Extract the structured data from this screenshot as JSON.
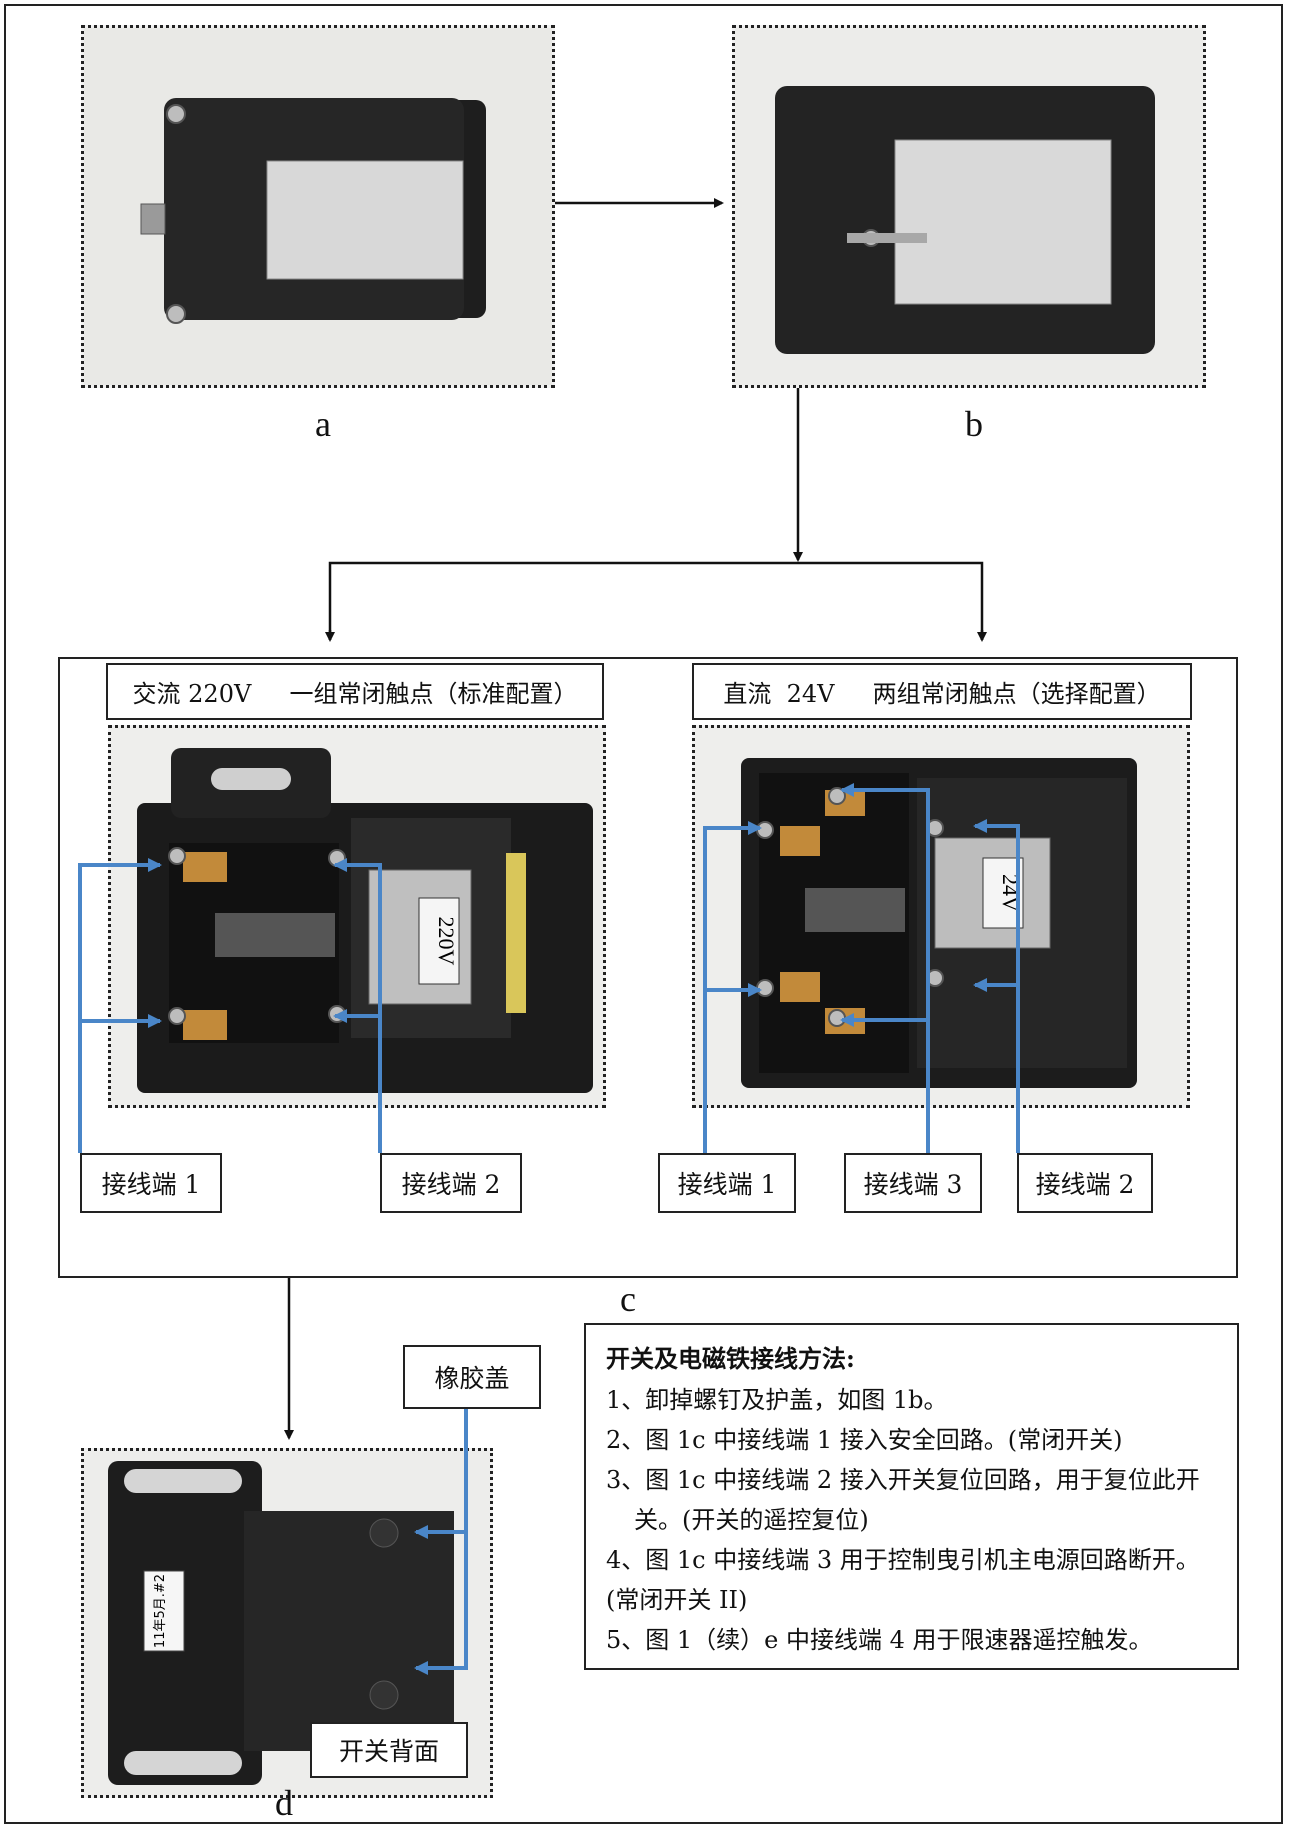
{
  "captions": {
    "a": "a",
    "b": "b",
    "c": "c",
    "d": "d"
  },
  "panel_c": {
    "left_header": "交流 220V     一组常闭触点（标准配置）",
    "right_header": "直流  24V     两组常闭触点（选择配置）",
    "left_coil_label": "220V",
    "right_coil_label": "24V",
    "terminals": {
      "left_1": "接线端 1",
      "left_2": "接线端 2",
      "right_1": "接线端 1",
      "right_3": "接线端 3",
      "right_2": "接线端 2"
    }
  },
  "panel_d": {
    "rubber_cover_label": "橡胶盖",
    "back_label": "开关背面",
    "sticker_text": "11年5月.#2"
  },
  "instructions": {
    "title": "开关及电磁铁接线方法:",
    "lines": [
      "1、卸掉螺钉及护盖，如图 1b。",
      "2、图 1c 中接线端 1 接入安全回路。(常闭开关)",
      "3、图 1c 中接线端 2 接入开关复位回路，用于复位此开",
      "关。(开关的遥控复位)",
      "4、图 1c 中接线端 3 用于控制曳引机主电源回路断开。",
      "(常闭开关 II)",
      "5、图 1（续）e 中接线端 4 用于限速器遥控触发。"
    ]
  },
  "colors": {
    "callout_blue": "#4a86c8",
    "device_black": "#1c1c1c",
    "label_silver": "#d9d9d9",
    "brass": "#c79a3a"
  }
}
